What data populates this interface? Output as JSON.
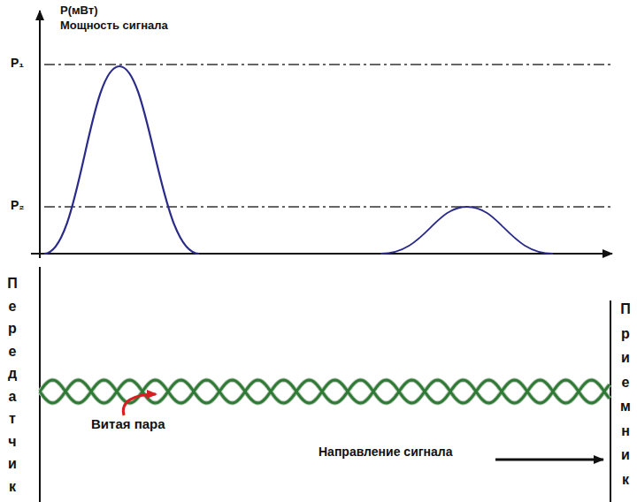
{
  "diagram": {
    "labels": [
      "P(мВт)",
      "Мощность сигнала",
      "P₁",
      "P₂",
      "Передатчик",
      "Приемник",
      "Витая пара",
      "Направление сигнала"
    ]
  }
}
